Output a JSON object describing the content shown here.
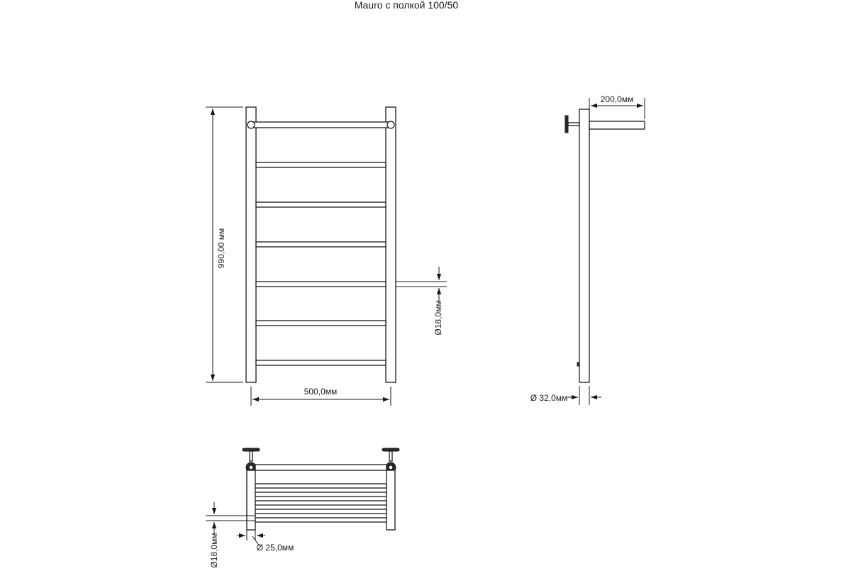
{
  "title": "Mauro с полкой 100/50",
  "dimensions": {
    "height": "990,00 мм",
    "width": "500,0мм",
    "rung_diameter": "Ø18,0мм",
    "side_depth": "200,0мм",
    "post_diameter": "Ø 32,0мм",
    "top_rung_diameter": "Ø18,0мм",
    "mount_diameter": "Ø 25,0мм"
  }
}
